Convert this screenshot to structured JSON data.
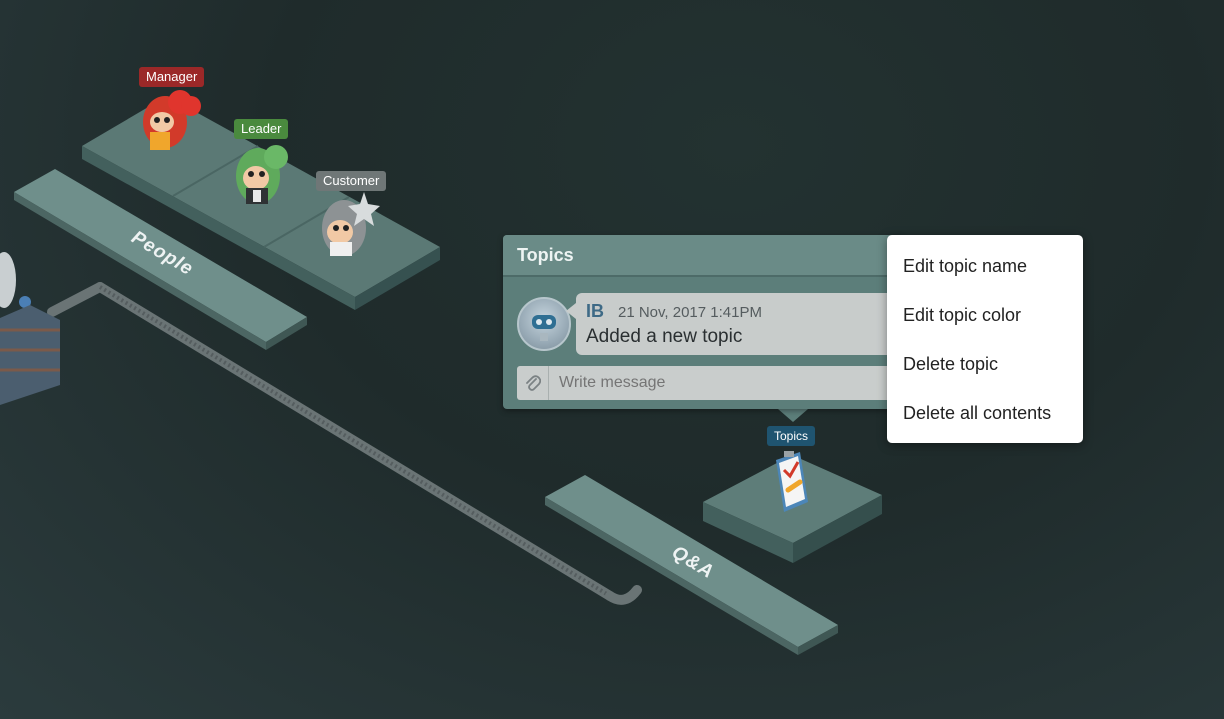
{
  "roles": {
    "manager": {
      "label": "Manager",
      "color": "#9b2828"
    },
    "leader": {
      "label": "Leader",
      "color": "#4a8a3e"
    },
    "customer": {
      "label": "Customer",
      "color": "#6f7777"
    }
  },
  "boards": {
    "people": "People",
    "qa": "Q&A"
  },
  "topics_badge": {
    "label": "Topics",
    "color": "#1f5470"
  },
  "chat": {
    "title": "Topics",
    "message": {
      "author": "IB",
      "timestamp": "21 Nov, 2017 1:41PM",
      "text": "Added a new topic"
    },
    "input_placeholder": "Write message"
  },
  "context_menu": {
    "items": [
      "Edit topic name",
      "Edit topic color",
      "Delete topic",
      "Delete all contents"
    ]
  },
  "icons": {
    "attachment": "paperclip-icon",
    "avatar": "robot-avatar",
    "topics": "clipboard-icon"
  }
}
